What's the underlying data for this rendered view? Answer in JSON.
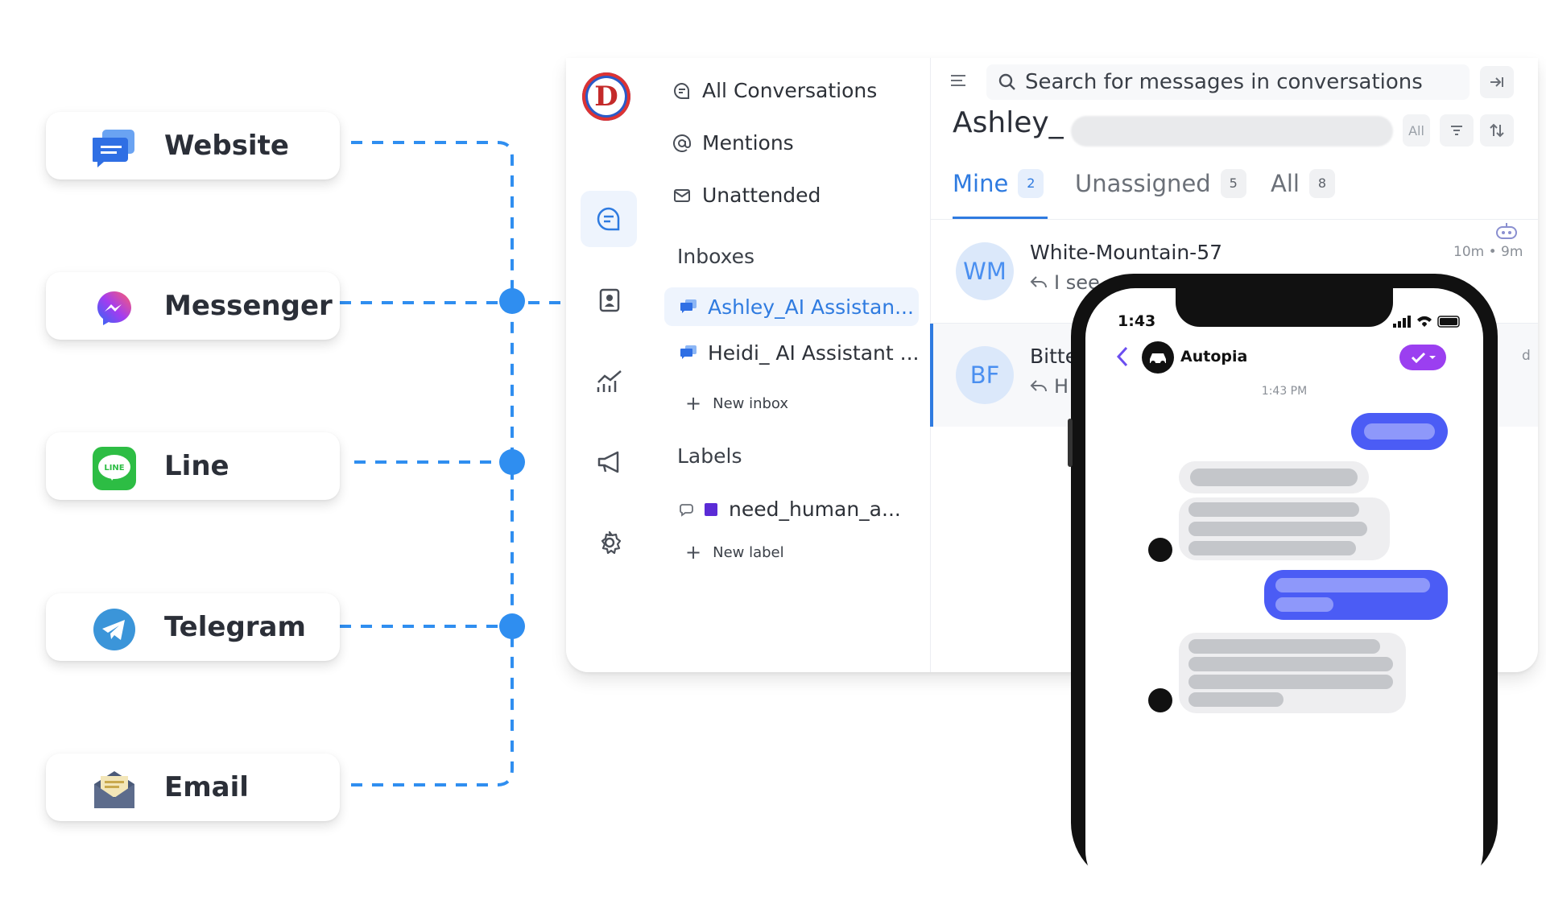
{
  "channels": [
    {
      "label": "Website",
      "icon": "website-chat-icon"
    },
    {
      "label": "Messenger",
      "icon": "messenger-icon"
    },
    {
      "label": "Line",
      "icon": "line-icon"
    },
    {
      "label": "Telegram",
      "icon": "telegram-icon"
    },
    {
      "label": "Email",
      "icon": "email-icon"
    }
  ],
  "colors": {
    "connector": "#2f8ef0",
    "accent": "#2f7be0",
    "phone_accent": "#4b5cf5",
    "label_square": "#5b2bd6"
  },
  "app": {
    "logo_letter": "D",
    "nav": {
      "items": [
        {
          "label": "All Conversations",
          "icon": "chat-icon"
        },
        {
          "label": "Mentions",
          "icon": "at-icon"
        },
        {
          "label": "Unattended",
          "icon": "envelope-icon"
        }
      ],
      "inboxes_title": "Inboxes",
      "inboxes": [
        {
          "label": "Ashley_AI Assistan...",
          "active": true
        },
        {
          "label": "Heidi_ AI Assistant ...",
          "active": false
        }
      ],
      "new_inbox": "New inbox",
      "labels_title": "Labels",
      "labels": [
        {
          "label": "need_human_a...",
          "color": "#5b2bd6"
        }
      ],
      "new_label": "New label"
    },
    "main": {
      "search_placeholder": "Search for messages in conversations",
      "title": "Ashley_",
      "filter_all": "All",
      "tabs": [
        {
          "label": "Mine",
          "count": "2",
          "active": true
        },
        {
          "label": "Unassigned",
          "count": "5",
          "active": false
        },
        {
          "label": "All",
          "count": "8",
          "active": false
        }
      ],
      "conversations": [
        {
          "initials": "WM",
          "name": "White-Mountain-57",
          "preview": "I see",
          "time": "10m • 9m"
        },
        {
          "initials": "BF",
          "name": "Bitte",
          "preview": "H",
          "time": "d"
        }
      ]
    }
  },
  "phone": {
    "time": "1:43",
    "contact": "Autopia",
    "message_time": "1:43 PM"
  }
}
